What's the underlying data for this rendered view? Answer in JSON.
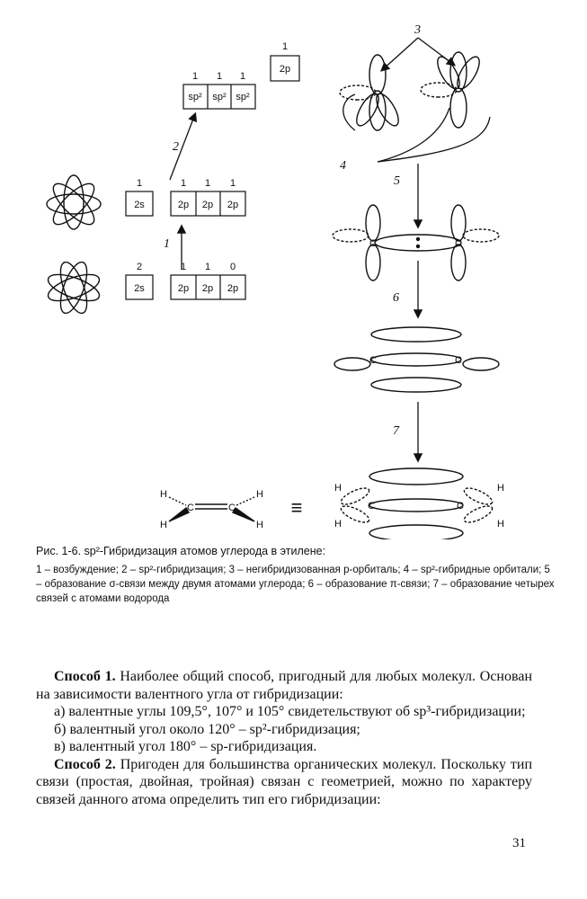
{
  "figure": {
    "boxes": {
      "s": "2s",
      "p": "2p",
      "sp2": "sp²"
    },
    "occupancy": {
      "top_p": "1",
      "sp2": [
        "1",
        "1",
        "1"
      ],
      "excited_s": "1",
      "excited_p": [
        "1",
        "1",
        "1"
      ],
      "ground_s": "2",
      "ground_p": [
        "1",
        "1",
        "0"
      ]
    },
    "step_labels": [
      "1",
      "2",
      "3",
      "4",
      "5",
      "6",
      "7"
    ],
    "atoms": {
      "c": "C",
      "h": "H"
    },
    "equiv": "≡"
  },
  "caption": {
    "title": "Рис. 1-6. sp²-Гибридизация атомов углерода в этилене:",
    "legend": "1 – возбуждение; 2 – sp²-гибридизация; 3 – негибридизованная p-орбиталь; 4 – sp²-гибридные орбитали; 5 – образование σ-связи между двумя атомами углерода; 6 – образование π-связи; 7 – образование четырех связей с атомами водорода"
  },
  "body": [
    {
      "lead": "Способ 1.",
      "text": " Наиболее общий способ, пригодный для любых молекул. Основан на зависимости валентного угла от гибридизации:"
    },
    {
      "text": "а) валентные углы 109,5°, 107° и 105° свидетельствуют об sp³-гибридизации;"
    },
    {
      "text": "б) валентный угол около 120° – sp²-гибридизация;"
    },
    {
      "text": "в) валентный угол 180° – sp-гибридизация."
    },
    {
      "lead": "Способ 2.",
      "text": " Пригоден для большинства органических молекул. Поскольку тип связи (простая, двойная, тройная) связан с геометрией, можно по характеру связей данного атома определить тип его гибридизации:"
    }
  ],
  "page_number": "31"
}
